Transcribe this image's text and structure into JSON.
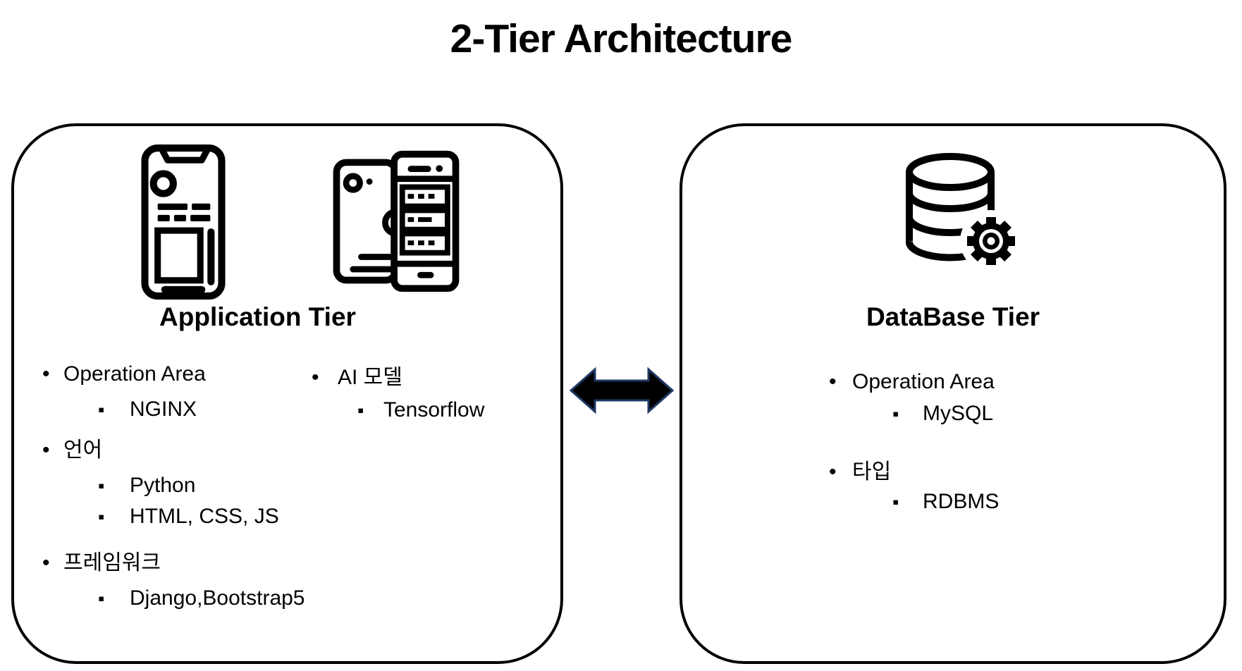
{
  "title": "2-Tier Architecture",
  "bullets": {
    "level1": "•",
    "level2": "▪"
  },
  "colors": {
    "ink": "#000000",
    "arrow_fill": "#000000",
    "arrow_outline": "#1f3864",
    "background": "#ffffff"
  },
  "arrow": {
    "type": "double-headed",
    "direction": "horizontal"
  },
  "tiers": [
    {
      "heading": "Application Tier",
      "icons": [
        "web-app-icon",
        "mobile-server-icon"
      ],
      "columns": [
        {
          "items": [
            {
              "label": "Operation Area",
              "subs": [
                "NGINX"
              ]
            },
            {
              "label": "언어",
              "subs": [
                "Python",
                "HTML, CSS, JS"
              ]
            },
            {
              "label": "프레임워크",
              "subs": [
                "Django,Bootstrap5"
              ]
            }
          ]
        },
        {
          "items": [
            {
              "label": "AI 모델",
              "subs": [
                "Tensorflow"
              ]
            }
          ]
        }
      ]
    },
    {
      "heading": "DataBase Tier",
      "icons": [
        "database-gear-icon"
      ],
      "columns": [
        {
          "items": [
            {
              "label": "Operation Area",
              "subs": [
                "MySQL"
              ]
            },
            {
              "label": "타입",
              "subs": [
                "RDBMS"
              ]
            }
          ]
        }
      ]
    }
  ]
}
